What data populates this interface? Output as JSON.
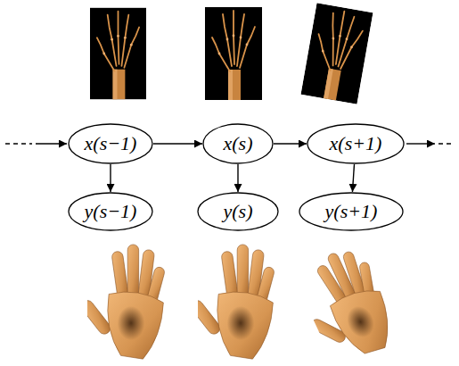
{
  "diagram": {
    "nodes": [
      {
        "text": [
          "x(s−1)"
        ]
      },
      {
        "text": [
          "x(s)"
        ]
      },
      {
        "text": [
          "x(s+1)"
        ]
      },
      {
        "text": [
          "y(s−1)"
        ]
      },
      {
        "text": [
          "y(s)"
        ]
      },
      {
        "text": [
          "y(s+1)"
        ]
      }
    ],
    "edges": [
      {
        "from": 0,
        "to": 1,
        "arrow": "to"
      },
      {
        "from": 1,
        "to": 2,
        "arrow": "to"
      },
      {
        "from": 0,
        "to": 3,
        "arrow": "to"
      },
      {
        "from": 1,
        "to": 4,
        "arrow": "to"
      },
      {
        "from": 2,
        "to": 5,
        "arrow": "to"
      }
    ]
  }
}
